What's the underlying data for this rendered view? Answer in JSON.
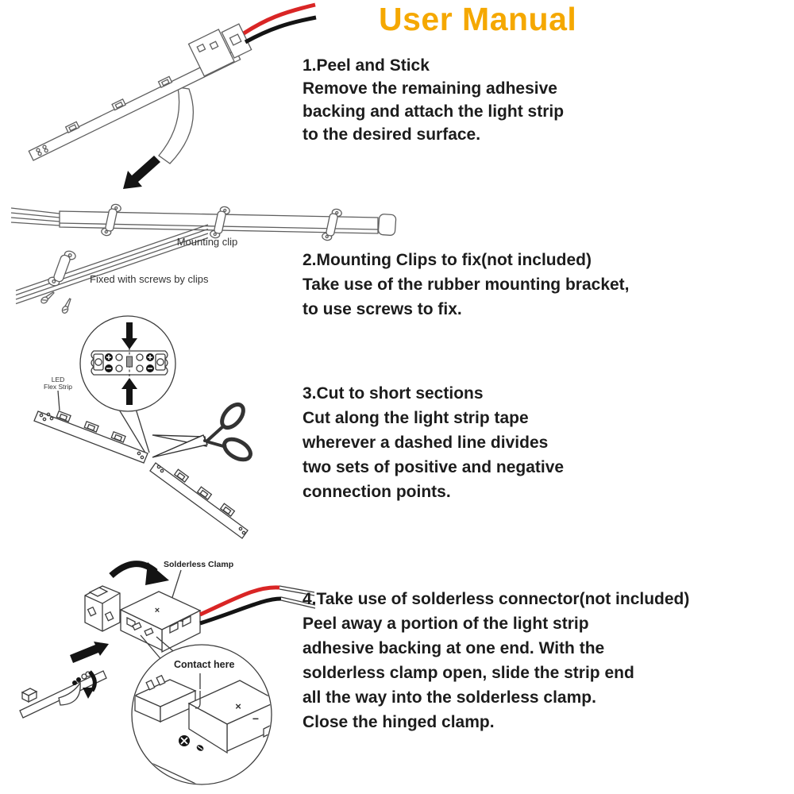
{
  "title": "User Manual",
  "steps": [
    {
      "heading": "1.Peel and Stick",
      "lines": [
        "Remove the remaining adhesive",
        "backing and attach the light strip",
        "to the desired surface."
      ]
    },
    {
      "heading": "2.Mounting Clips to fix(not included)",
      "lines": [
        "Take use of the rubber mounting bracket,",
        "to use screws to fix."
      ]
    },
    {
      "heading": "3.Cut to short sections",
      "lines": [
        "Cut along the light strip tape",
        "wherever a dashed line divides",
        "two sets of positive and negative",
        "connection points."
      ]
    },
    {
      "heading": "4.Take use of solderless connector(not included)",
      "lines": [
        "Peel away a portion of the light strip",
        "adhesive backing at one end. With the",
        "solderless clamp open, slide the strip end",
        "all the way into the solderless clamp.",
        "Close the hinged clamp."
      ]
    }
  ],
  "labels": {
    "mounting_clip": "Mounting clip",
    "fixed_with_screws": "Fixed with screws by clips",
    "led_flex_strip": "LED\nFlex Strip",
    "solderless_clamp": "Solderless Clamp",
    "contact_here": "Contact here"
  },
  "marks": {
    "cross": "×",
    "minus": "−",
    "plus": "+"
  },
  "colors": {
    "title": "#F5A800",
    "wire_red": "#D92525",
    "wire_black": "#141414",
    "line_art_light": "#5F5F5F",
    "line_art_dark": "#3D3D3D",
    "text": "#1C1C1C"
  }
}
